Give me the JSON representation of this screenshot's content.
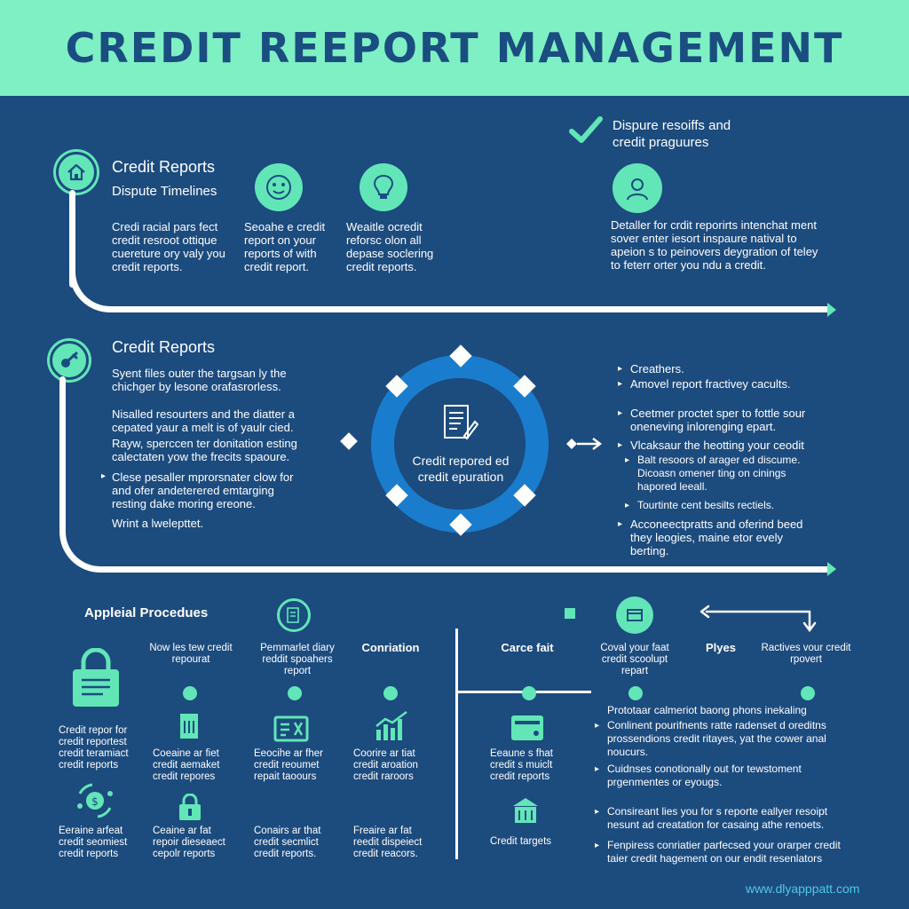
{
  "header": {
    "title": "CREDIT REEPORT MANAGEMENT"
  },
  "top_right": {
    "heading_line1": "Dispure resoiffs and",
    "heading_line2": "credit praguures",
    "body": "Detaller for crdit reporirts intenchat ment sover enter iesort inspaure natival to apeion s to peinovers deygration of teley to feterr orter you ndu a credit."
  },
  "section1": {
    "title": "Credit Reports",
    "subtitle": "Dispute Timelines",
    "col1": "Credi racial pars fect credit resroot ottique cuereture ory valy you credit reports.",
    "col2": "Seoahe e credit report on your reports of with credit report.",
    "col3": "Weaitle ocredit reforsc olon all depase soclering credit reports."
  },
  "section2": {
    "title": "Credit Reports",
    "p1": "Syent files outer the targsan ly the chichger by lesone orafasrorless.",
    "p2": "Nisalled resourters and the diatter a cepated yaur a melt is of yaulr cied.",
    "p3": "Rayw, sperccen ter donitation esting calectaten yow the frecits spaoure.",
    "p4": "Clese pesaller mprorsnater clow for and ofer andeterered emtarging resting dake moring ereone.",
    "p5": "Wrint a lwelepttet.",
    "wheel_label_line1": "Credit repored ed",
    "wheel_label_line2": "credit epuration",
    "right_bullets": [
      "Creathers.",
      "Amovel report fractivey cacults.",
      "Ceetmer proctet sper to fottle sour oneneving inlorenging epart.",
      "Vlcaksaur the heotting your ceodit",
      "Balt resoors of arager ed discume. Dicoasn omener ting on cinings hapored leeall.",
      "Tourtinte cent besilts rectiels.",
      "Acconeectpratts and oferind beed they leogies, maine etor evely berting."
    ]
  },
  "section3": {
    "title": "Appleial Procedues",
    "col_headers": [
      "Now les tew credit repourat",
      "Pemmarlet diary reddit spoahers report",
      "Conriation",
      "Carce fait",
      "Coval your faat credit scoolupt repart",
      "Plyes",
      "Ractives vour credit rpovert"
    ],
    "left_text": "Credit repor for credit reportest credit teramiact credit reports",
    "left_text2": "Eeraine arfeat credit seomiest credit reports",
    "row1": [
      "Coeaine ar fiet credit aemaket credit repores",
      "Eeocihe ar fher credit reoumet repait taoours",
      "Coorire ar tiat credit aroation credit raroors",
      "Eeaune s fhat credit s muiclt credit reports"
    ],
    "row2": [
      "Ceaine ar fat repoir dieseaect cepolr reports",
      "Conairs ar that credit secmlict credit reports.",
      "Freaire ar fat reedit dispeiect credit reacors."
    ],
    "credit_targets": "Credit targets",
    "right_bullets": [
      "Prototaar calmeriot baong phons inekaling",
      "Conlinent pourifnents ratte radenset d oreditns prossendions credit ritayes, yat the cower anal noucurs.",
      "Cuidnses conotionally out for tewstoment prgenmentes or eyougs.",
      "Consireant lies you for s reporte eallyer resoipt nesunt ad creatation for casaing athe renoets.",
      "Fenpiress conriatier parfecsed your orarper credit taier credit hagement on our endit resenlators"
    ]
  },
  "footer": {
    "url": "www.dlyapppatt.com"
  },
  "colors": {
    "background": "#1c4b7e",
    "accent": "#7ef0c4",
    "title": "#1a4d80"
  },
  "icons": [
    "house-icon",
    "smiley-icon",
    "lightbulb-icon",
    "person-icon",
    "checkmark-icon",
    "key-icon",
    "document-icon",
    "lock-icon",
    "chart-icon",
    "card-icon",
    "building-icon"
  ]
}
